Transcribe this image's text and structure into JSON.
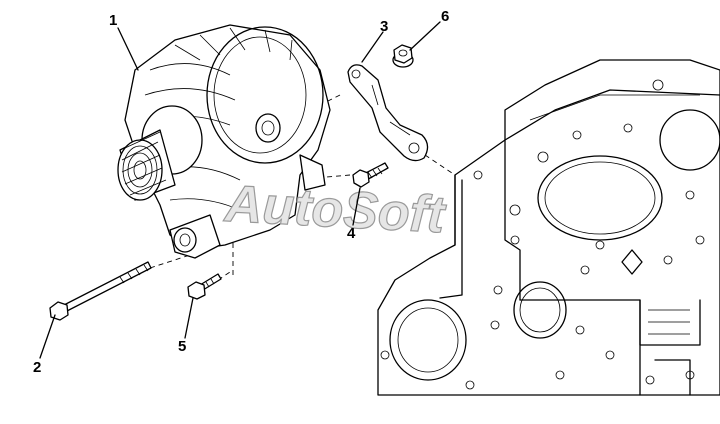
{
  "watermark": "AutoSoft",
  "callouts": [
    {
      "id": "callout-1",
      "number": "1"
    },
    {
      "id": "callout-2",
      "number": "2"
    },
    {
      "id": "callout-3",
      "number": "3"
    },
    {
      "id": "callout-4",
      "number": "4"
    },
    {
      "id": "callout-5",
      "number": "5"
    },
    {
      "id": "callout-6",
      "number": "6"
    }
  ]
}
